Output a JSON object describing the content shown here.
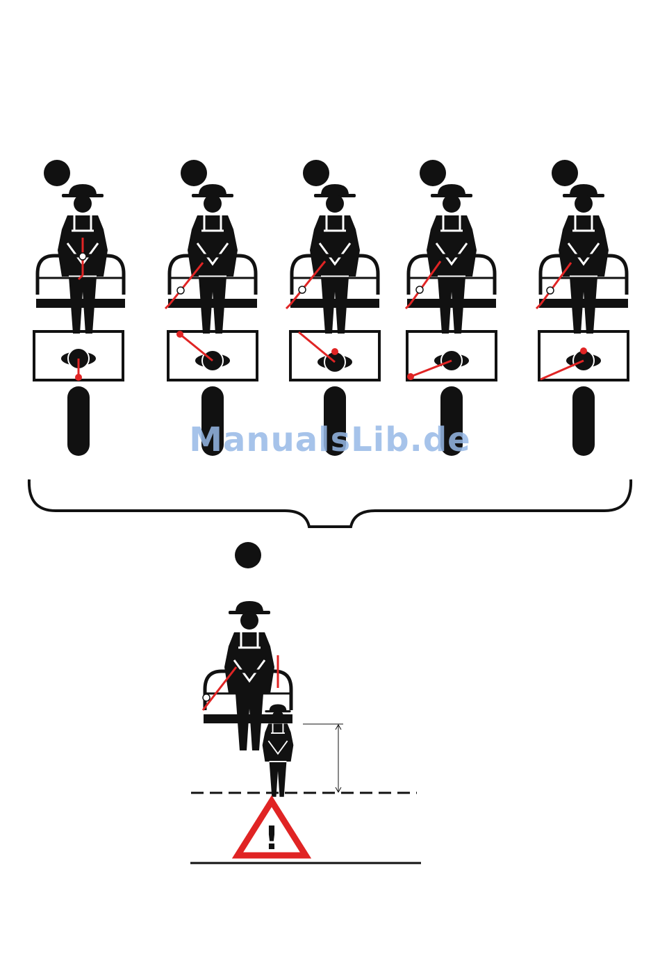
{
  "watermark": "ManualsLib.de",
  "colors": {
    "ink": "#111111",
    "lanyard": "#e02424",
    "warning_red": "#e02424",
    "white": "#ffffff"
  },
  "scenarios": [
    {
      "anchor": "center-front"
    },
    {
      "anchor": "rear-left"
    },
    {
      "anchor": "rear-left"
    },
    {
      "anchor": "front-left"
    },
    {
      "anchor": "rear-center"
    }
  ],
  "result": {
    "icon": "warning-triangle-icon",
    "glyph": "!"
  }
}
